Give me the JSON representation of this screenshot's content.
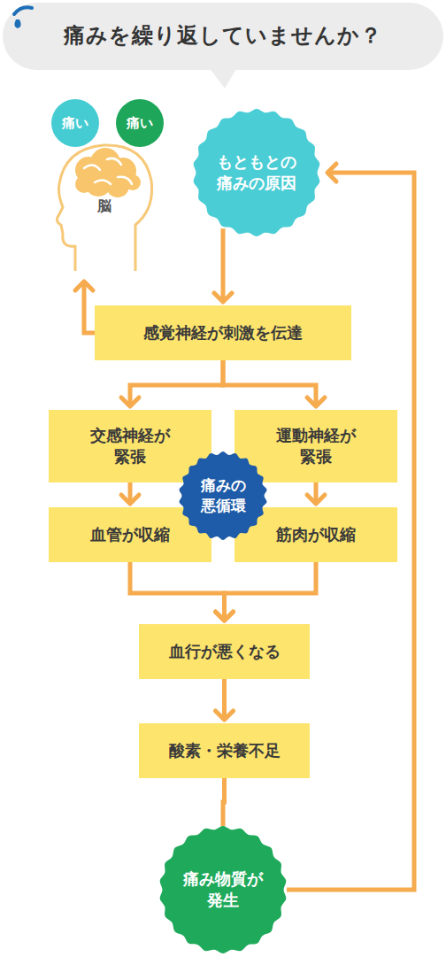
{
  "diagram": {
    "title": "痛みを繰り返していませんか？",
    "nodes": [
      {
        "text": [
          "痛い"
        ]
      },
      {
        "text": [
          "痛い"
        ]
      },
      {
        "text": [
          "脳"
        ]
      },
      {
        "text": [
          "もともとの 痛みの原因"
        ]
      },
      {
        "text": [
          "感覚神経が刺激を伝達"
        ]
      },
      {
        "text": [
          "交感神経が 緊張"
        ]
      },
      {
        "text": [
          "運動神経が 緊張"
        ]
      },
      {
        "text": [
          "痛みの 悪循環"
        ]
      },
      {
        "text": [
          "血管が収縮"
        ]
      },
      {
        "text": [
          "筋肉が収縮"
        ]
      },
      {
        "text": [
          "血行が悪くなる"
        ]
      },
      {
        "text": [
          "酸素・栄養不足"
        ]
      },
      {
        "text": [
          "痛み物質が 発生"
        ]
      }
    ],
    "edges": [
      {
        "from": 3,
        "to": 4,
        "arrow": "to"
      },
      {
        "from": 4,
        "to": 2,
        "arrow": "to"
      },
      {
        "from": 4,
        "to": 5,
        "arrow": "to"
      },
      {
        "from": 4,
        "to": 6,
        "arrow": "to"
      },
      {
        "from": 5,
        "to": 8,
        "arrow": "to"
      },
      {
        "from": 6,
        "to": 9,
        "arrow": "to"
      },
      {
        "from": 8,
        "to": 10,
        "arrow": "to"
      },
      {
        "from": 9,
        "to": 10,
        "arrow": "to"
      },
      {
        "from": 10,
        "to": 11,
        "arrow": "to"
      },
      {
        "from": 11,
        "to": 12,
        "arrow": "none"
      },
      {
        "from": 12,
        "to": 3,
        "arrow": "to"
      }
    ]
  }
}
